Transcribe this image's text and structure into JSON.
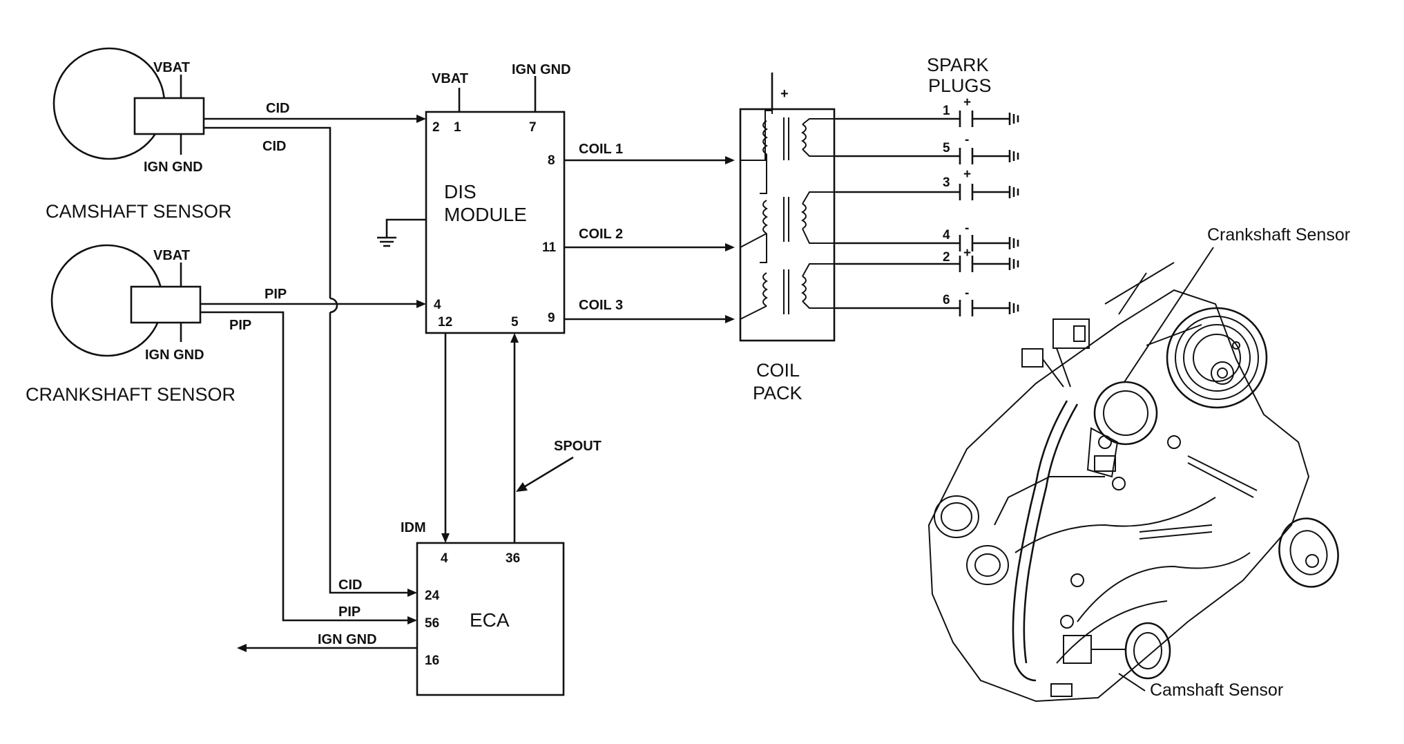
{
  "camshaft_sensor": {
    "name": "CAMSHAFT SENSOR",
    "vbat": "VBAT",
    "gnd": "IGN GND",
    "wire1": "CID",
    "wire2": "CID"
  },
  "crankshaft_sensor": {
    "name": "CRANKSHAFT SENSOR",
    "vbat": "VBAT",
    "gnd": "IGN GND",
    "wire1": "PIP",
    "wire2": "PIP"
  },
  "dis_module": {
    "name_line1": "DIS",
    "name_line2": "MODULE",
    "vbat": "VBAT",
    "ign_gnd": "IGN GND",
    "pins": {
      "p2": "2",
      "p1": "1",
      "p7": "7",
      "p8": "8",
      "p11": "11",
      "p4": "4",
      "p12": "12",
      "p5": "5",
      "p9": "9"
    },
    "outputs": [
      "COIL 1",
      "COIL 2",
      "COIL 3"
    ]
  },
  "coil_pack": {
    "line1": "COIL",
    "line2": "PACK",
    "plus": "+"
  },
  "spark_plugs": {
    "header_line1": "SPARK",
    "header_line2": "PLUGS",
    "plugs": [
      {
        "num": "1",
        "pol": "+"
      },
      {
        "num": "5",
        "pol": "-"
      },
      {
        "num": "3",
        "pol": "+"
      },
      {
        "num": "4",
        "pol": "-"
      },
      {
        "num": "2",
        "pol": "+"
      },
      {
        "num": "6",
        "pol": "-"
      }
    ]
  },
  "eca": {
    "name": "ECA",
    "idm": "IDM",
    "spout": "SPOUT",
    "pins": {
      "p4": "4",
      "p36": "36",
      "p24": "24",
      "p56": "56",
      "p16": "16"
    },
    "inputs": [
      "CID",
      "PIP",
      "IGN GND"
    ]
  },
  "illustration": {
    "crank_label": "Crankshaft Sensor",
    "cam_label": "Camshaft Sensor"
  }
}
